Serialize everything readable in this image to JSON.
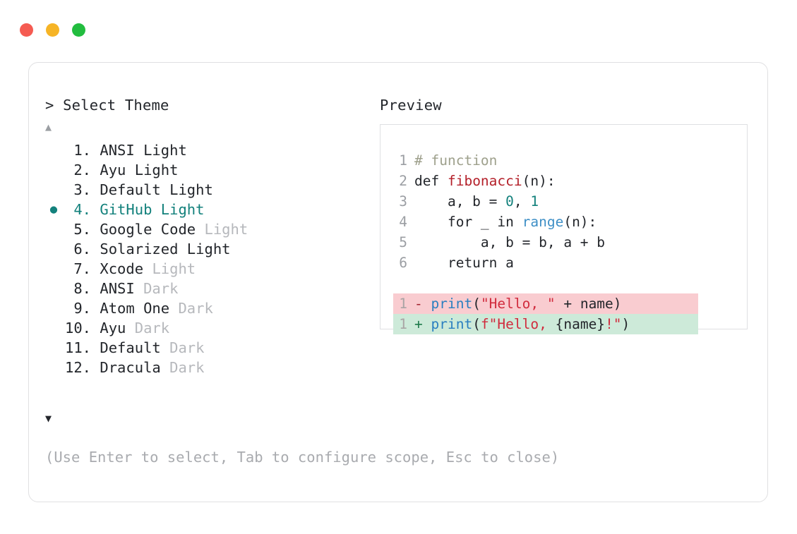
{
  "window": {
    "dots": [
      {
        "name": "close-dot",
        "color": "#f55b52"
      },
      {
        "name": "minimize-dot",
        "color": "#f6b426"
      },
      {
        "name": "maximize-dot",
        "color": "#22bd3f"
      }
    ]
  },
  "prompt": {
    "header": "> Select Theme",
    "scroll_up": "▲",
    "scroll_down": "▼",
    "bullet": "●",
    "selected_index": 4,
    "accent_color": "#13817c",
    "items": [
      {
        "num": " 1.",
        "name": "ANSI",
        "suffix": "Light",
        "suffix_dim": false,
        "selected": false
      },
      {
        "num": " 2.",
        "name": "Ayu",
        "suffix": "Light",
        "suffix_dim": false,
        "selected": false
      },
      {
        "num": " 3.",
        "name": "Default",
        "suffix": "Light",
        "suffix_dim": false,
        "selected": false
      },
      {
        "num": " 4.",
        "name": "GitHub",
        "suffix": "Light",
        "suffix_dim": false,
        "selected": true
      },
      {
        "num": " 5.",
        "name": "Google Code",
        "suffix": "Light",
        "suffix_dim": true,
        "selected": false
      },
      {
        "num": " 6.",
        "name": "Solarized",
        "suffix": "Light",
        "suffix_dim": false,
        "selected": false
      },
      {
        "num": " 7.",
        "name": "Xcode",
        "suffix": "Light",
        "suffix_dim": true,
        "selected": false
      },
      {
        "num": " 8.",
        "name": "ANSI",
        "suffix": "Dark",
        "suffix_dim": true,
        "selected": false
      },
      {
        "num": " 9.",
        "name": "Atom One",
        "suffix": "Dark",
        "suffix_dim": true,
        "selected": false
      },
      {
        "num": "10.",
        "name": "Ayu",
        "suffix": "Dark",
        "suffix_dim": true,
        "selected": false
      },
      {
        "num": "11.",
        "name": "Default",
        "suffix": "Dark",
        "suffix_dim": true,
        "selected": false
      },
      {
        "num": "12.",
        "name": "Dracula",
        "suffix": "Dark",
        "suffix_dim": true,
        "selected": false
      }
    ]
  },
  "hint": "(Use Enter to select, Tab to configure scope, Esc to close)",
  "preview": {
    "header": "Preview",
    "code_lines": [
      {
        "num": "1",
        "tokens": [
          {
            "t": "# function",
            "c": "comment"
          }
        ]
      },
      {
        "num": "2",
        "tokens": [
          {
            "t": "def ",
            "c": "kw"
          },
          {
            "t": "fibonacci",
            "c": "fn"
          },
          {
            "t": "(n):",
            "c": "plain"
          }
        ]
      },
      {
        "num": "3",
        "tokens": [
          {
            "t": "    a, b = ",
            "c": "plain"
          },
          {
            "t": "0",
            "c": "num"
          },
          {
            "t": ", ",
            "c": "plain"
          },
          {
            "t": "1",
            "c": "num"
          }
        ]
      },
      {
        "num": "4",
        "tokens": [
          {
            "t": "    for _ in ",
            "c": "plain"
          },
          {
            "t": "range",
            "c": "builtin"
          },
          {
            "t": "(n):",
            "c": "plain"
          }
        ]
      },
      {
        "num": "5",
        "tokens": [
          {
            "t": "        a, b = b, a + b",
            "c": "plain"
          }
        ]
      },
      {
        "num": "6",
        "tokens": [
          {
            "t": "    return a",
            "c": "plain"
          }
        ]
      }
    ],
    "diff_lines": [
      {
        "kind": "del",
        "num": "1",
        "mark": "-",
        "tokens": [
          {
            "t": "print",
            "c": "print"
          },
          {
            "t": "(",
            "c": "plain"
          },
          {
            "t": "\"Hello, \"",
            "c": "str"
          },
          {
            "t": " + name)",
            "c": "plain"
          }
        ]
      },
      {
        "kind": "add",
        "num": "1",
        "mark": "+",
        "tokens": [
          {
            "t": "print",
            "c": "print"
          },
          {
            "t": "(",
            "c": "plain"
          },
          {
            "t": "f\"Hello, ",
            "c": "str"
          },
          {
            "t": "{name}",
            "c": "plain"
          },
          {
            "t": "!\"",
            "c": "str"
          },
          {
            "t": ")",
            "c": "plain"
          }
        ]
      }
    ],
    "diff_del_bg": "#f9ccd0",
    "diff_add_bg": "#cdead9"
  }
}
